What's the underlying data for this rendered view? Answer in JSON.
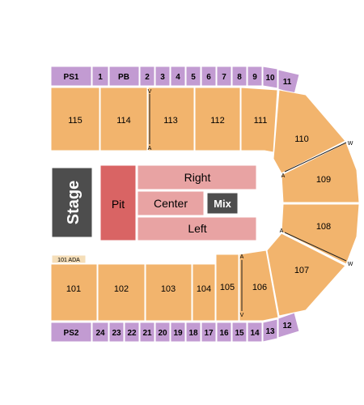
{
  "colors": {
    "section": "#f2b46d",
    "suite": "#c29bd2",
    "floor_light": "#e8a3a3",
    "pit": "#d96464",
    "stage": "#4d4d4d",
    "mix": "#4d4d4d",
    "ada": "#f5deb8",
    "outline": "#ffffff",
    "arrow": "#222222"
  },
  "stage": {
    "label": "Stage"
  },
  "floor": {
    "pit": "Pit",
    "right": "Right",
    "center": "Center",
    "mix": "Mix",
    "left": "Left"
  },
  "ada": {
    "label": "101 ADA"
  },
  "top_suites": [
    "PS1",
    "1",
    "PB",
    "2",
    "3",
    "4",
    "5",
    "6",
    "7",
    "8",
    "9",
    "10",
    "11"
  ],
  "bottom_suites": [
    "PS2",
    "24",
    "23",
    "22",
    "21",
    "20",
    "19",
    "18",
    "17",
    "16",
    "15",
    "14",
    "13",
    "12"
  ],
  "top_sections": [
    "115",
    "114",
    "113",
    "112",
    "111"
  ],
  "bottom_sections": [
    "101",
    "102",
    "103",
    "104",
    "105",
    "106"
  ],
  "curve_sections": [
    "110",
    "109",
    "108",
    "107"
  ],
  "row_markers": {
    "sec113_top": "V",
    "sec113_bottom": "A",
    "sec110_a": "A",
    "sec110_w": "W",
    "sec107_a": "A",
    "sec107_w": "W",
    "sec105_top": "A",
    "sec105_bottom": "V"
  }
}
